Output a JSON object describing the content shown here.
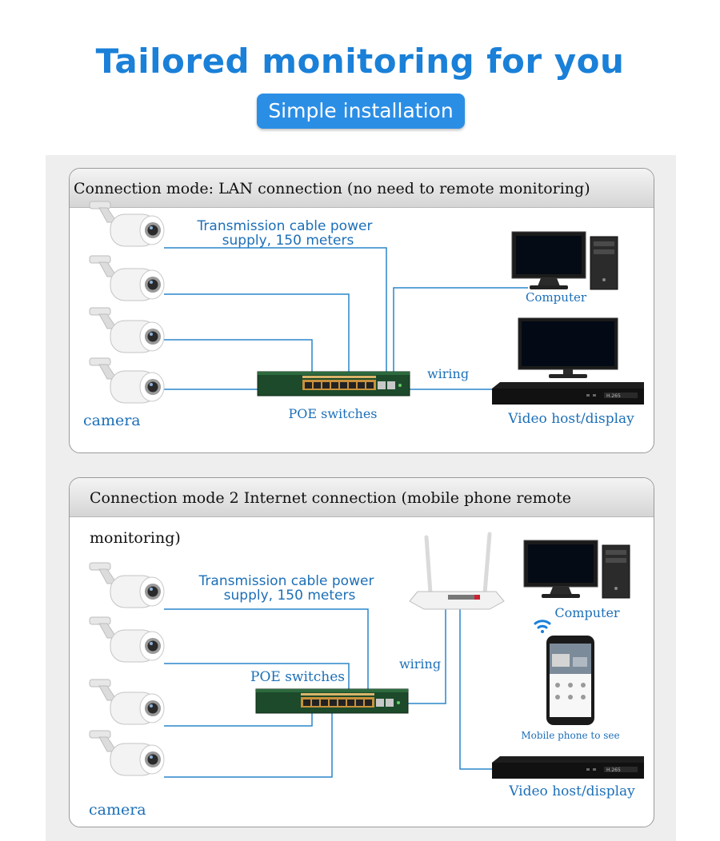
{
  "header": {
    "title": "Tailored monitoring for you",
    "subtitle": "Simple installation"
  },
  "mode1": {
    "heading": "Connection mode: LAN connection (no need to remote monitoring)",
    "cable_line1": "Transmission  cable  power",
    "cable_line2": "supply,  150  meters",
    "computer": "Computer",
    "wiring": "wiring",
    "camera": "camera",
    "switch": "POE switches",
    "video_host": "Video host/display"
  },
  "mode2": {
    "heading": "Connection mode 2 Internet connection (mobile phone remote monitoring)",
    "cable_line1": "Transmission  cable  power",
    "cable_line2": "supply,  150  meters",
    "switch": "POE switches",
    "wiring": "wiring",
    "computer": "Computer",
    "mobile": "Mobile phone to see",
    "video_host": "Video host/display",
    "camera": "camera"
  },
  "colors": {
    "accent": "#1a80d8",
    "line": "#2a86cc",
    "label": "#1c6fb8",
    "switch_body": "#1c4a2a"
  }
}
